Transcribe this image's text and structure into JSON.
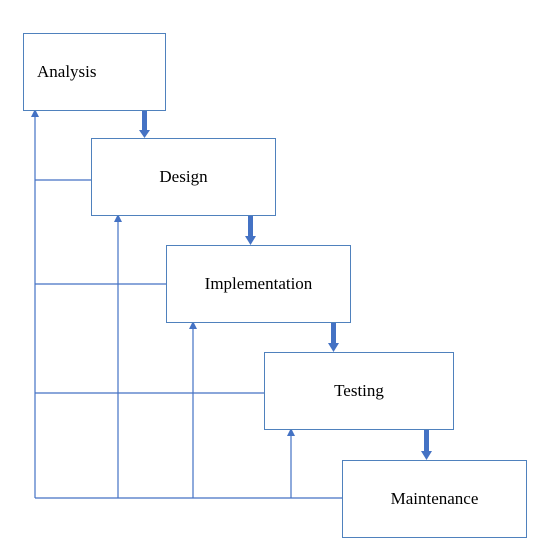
{
  "diagram": {
    "type": "waterfall-model-with-feedback",
    "stages": [
      {
        "id": "analysis",
        "label": "Analysis"
      },
      {
        "id": "design",
        "label": "Design"
      },
      {
        "id": "implementation",
        "label": "Implementation"
      },
      {
        "id": "testing",
        "label": "Testing"
      },
      {
        "id": "maintenance",
        "label": "Maintenance"
      }
    ],
    "forward_flow": [
      {
        "from": "analysis",
        "to": "design"
      },
      {
        "from": "design",
        "to": "implementation"
      },
      {
        "from": "implementation",
        "to": "testing"
      },
      {
        "from": "testing",
        "to": "maintenance"
      }
    ],
    "feedback_targets": [
      "analysis",
      "design",
      "implementation",
      "testing"
    ],
    "colors": {
      "line": "#4472c4",
      "box_border": "#4f81bd",
      "forward_arrow": "#4472c4",
      "text": "#000000"
    }
  }
}
